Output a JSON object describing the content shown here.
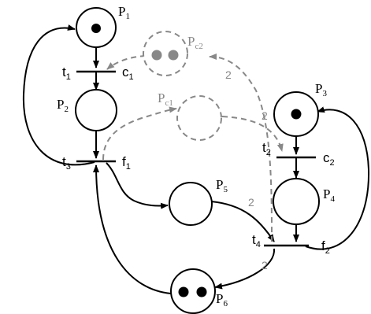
{
  "colors": {
    "normal": "#000000",
    "control": "#888888"
  },
  "places": {
    "p1": {
      "label": "P",
      "sub": "1"
    },
    "p2": {
      "label": "P",
      "sub": "2"
    },
    "p3": {
      "label": "P",
      "sub": "3"
    },
    "p4": {
      "label": "P",
      "sub": "4"
    },
    "p5": {
      "label": "P",
      "sub": "5"
    },
    "p6": {
      "label": "P",
      "sub": "6"
    },
    "pc1": {
      "label": "P",
      "sub": "c1"
    },
    "pc2": {
      "label": "P",
      "sub": "c2"
    }
  },
  "transitions": {
    "t1": {
      "label": "t",
      "sub": "1",
      "event": "c",
      "event_sub": "1"
    },
    "t2": {
      "label": "t",
      "sub": "2",
      "event": "c",
      "event_sub": "2"
    },
    "t3": {
      "label": "t",
      "sub": "3",
      "event": "f",
      "event_sub": "1"
    },
    "t4": {
      "label": "t",
      "sub": "4",
      "event": "f",
      "event_sub": "2"
    }
  },
  "tokens": {
    "p1": 1,
    "p3": 1,
    "p6": 2,
    "pc2": 2
  },
  "weights": {
    "pc2_arc": "2",
    "pc1_arc": "2",
    "p5_t4": "2",
    "t4_p6": "2"
  }
}
